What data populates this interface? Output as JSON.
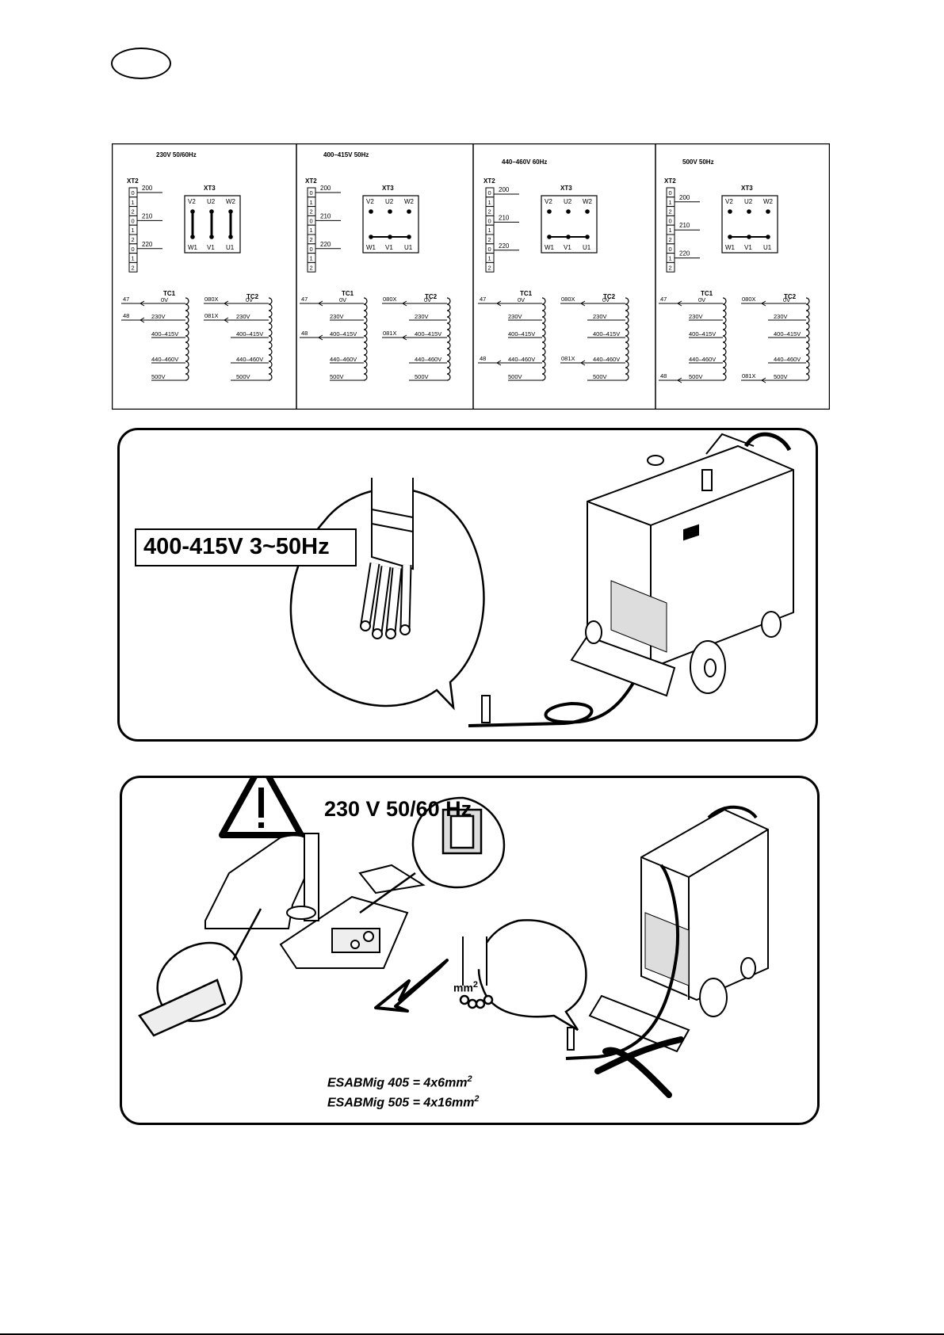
{
  "columns": [
    {
      "id": "230",
      "title": "230V 50/60Hz",
      "xt2_label": "XT2",
      "xt2_cells": [
        "0",
        "1",
        "2",
        "0",
        "1",
        "2",
        "0",
        "1",
        "2"
      ],
      "xt2_taps": [
        "200",
        "210",
        "220"
      ],
      "xt3_label": "XT3",
      "xt3_top": [
        "V2",
        "U2",
        "W2"
      ],
      "xt3_bottom": [
        "W1",
        "V1",
        "U1"
      ],
      "tc1_label": "TC1",
      "tc2_label": "TC2",
      "tc1_taps": [
        "0V",
        "230V",
        "400–415V",
        "440–460V",
        "500V"
      ],
      "tc2_taps": [
        "0V",
        "230V",
        "400–415V",
        "440–460V",
        "500V"
      ],
      "wire_47": "47",
      "wire_48": "48",
      "wire_080x": "080X",
      "wire_081x": "081X"
    },
    {
      "id": "400",
      "title": "400–415V 50Hz",
      "xt2_label": "XT2",
      "xt2_cells": [
        "0",
        "1",
        "2",
        "0",
        "1",
        "2",
        "0",
        "1",
        "2"
      ],
      "xt2_taps": [
        "200",
        "210",
        "220"
      ],
      "xt3_label": "XT3",
      "xt3_top": [
        "V2",
        "U2",
        "W2"
      ],
      "xt3_bottom": [
        "W1",
        "V1",
        "U1"
      ],
      "tc1_label": "TC1",
      "tc2_label": "TC2",
      "tc1_taps": [
        "0V",
        "230V",
        "400–415V",
        "440–460V",
        "500V"
      ],
      "tc2_taps": [
        "0V",
        "230V",
        "400–415V",
        "440–460V",
        "500V"
      ],
      "wire_47": "47",
      "wire_48": "48",
      "wire_080x": "080X",
      "wire_081x": "081X"
    },
    {
      "id": "440",
      "title": "440–460V 60Hz",
      "xt2_label": "XT2",
      "xt2_cells": [
        "0",
        "1",
        "2",
        "0",
        "1",
        "2",
        "0",
        "1",
        "2"
      ],
      "xt2_taps": [
        "200",
        "210",
        "220"
      ],
      "xt3_label": "XT3",
      "xt3_top": [
        "V2",
        "U2",
        "W2"
      ],
      "xt3_bottom": [
        "W1",
        "V1",
        "U1"
      ],
      "tc1_label": "TC1",
      "tc2_label": "TC2",
      "tc1_taps": [
        "0V",
        "230V",
        "400–415V",
        "440–460V",
        "500V"
      ],
      "tc2_taps": [
        "0V",
        "230V",
        "400–415V",
        "440–460V",
        "500V"
      ],
      "wire_47": "47",
      "wire_48": "48",
      "wire_080x": "080X",
      "wire_081x": "081X"
    },
    {
      "id": "500",
      "title": "500V 50Hz",
      "xt2_label": "XT2",
      "xt2_cells": [
        "0",
        "1",
        "2",
        "0",
        "1",
        "2",
        "0",
        "1",
        "2"
      ],
      "xt2_taps": [
        "200",
        "210",
        "220"
      ],
      "xt3_label": "XT3",
      "xt3_top": [
        "V2",
        "U2",
        "W2"
      ],
      "xt3_bottom": [
        "W1",
        "V1",
        "U1"
      ],
      "tc1_label": "TC1",
      "tc2_label": "TC2",
      "tc1_taps": [
        "0V",
        "230V",
        "400–415V",
        "440–460V",
        "500V"
      ],
      "tc2_taps": [
        "0V",
        "230V",
        "400–415V",
        "440–460V",
        "500V"
      ],
      "wire_47": "47",
      "wire_48": "48",
      "wire_080x": "080X",
      "wire_081x": "081X"
    }
  ],
  "panel_400": {
    "voltage_label": "400-415V 3~50Hz"
  },
  "panel_230": {
    "voltage_label": "230 V 50/60 Hz",
    "cable_unit": "mm",
    "cable_unit_exp": "2",
    "spec_405": "ESABMig 405 = 4x6mm",
    "spec_405_exp": "2",
    "spec_505": "ESABMig 505 = 4x16mm",
    "spec_505_exp": "2"
  },
  "icons": [
    "warning-triangle-icon",
    "cross-out-icon",
    "arrow-icon"
  ]
}
